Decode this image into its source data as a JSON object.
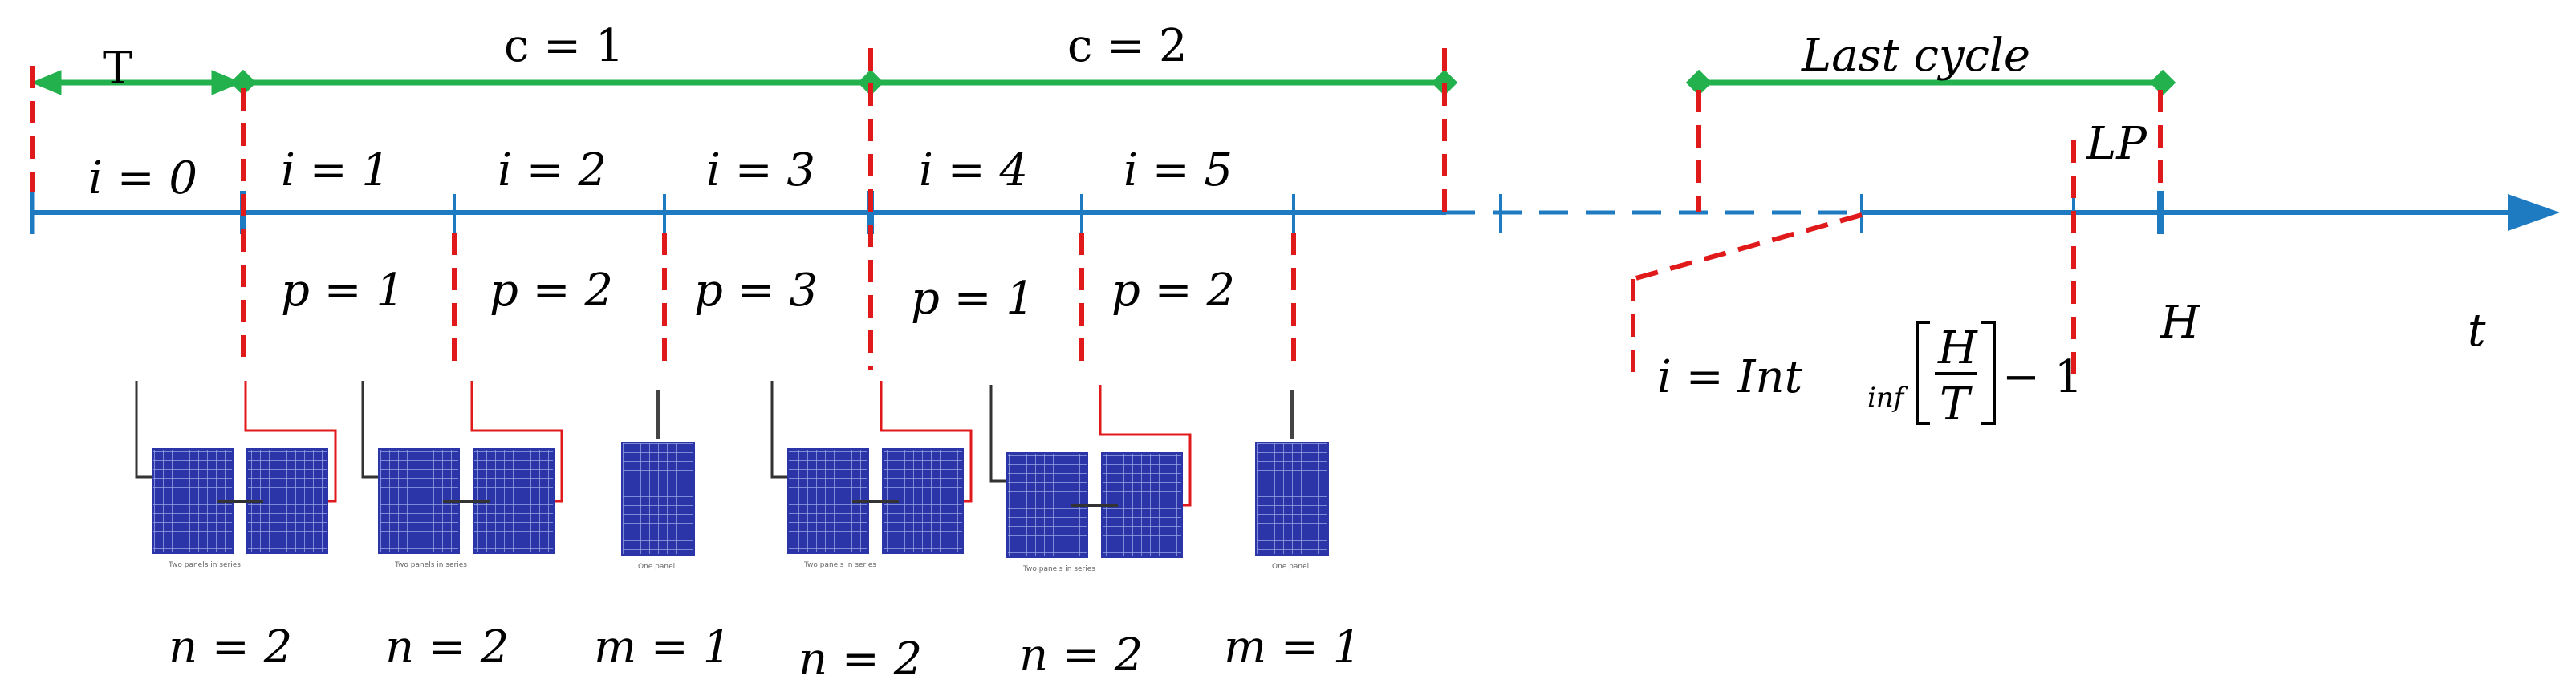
{
  "labels": {
    "T": "T",
    "c1": "c = 1",
    "c2": "c = 2",
    "last_cycle": "Last cycle",
    "LP": "LP",
    "H": "H",
    "t": "t"
  },
  "i_labels": [
    "i = 0",
    "i = 1",
    "i = 2",
    "i = 3",
    "i = 4",
    "i = 5"
  ],
  "p_labels": [
    "p = 1",
    "p = 2",
    "p = 3",
    "p = 1",
    "p = 2"
  ],
  "formula": {
    "lhs": "i = Int",
    "sub": "inf",
    "frac_num": "H",
    "frac_den": "T",
    "rhs": "− 1"
  },
  "bottom_labels": [
    "n = 2",
    "n = 2",
    "m = 1",
    "n = 2",
    "n = 2",
    "m = 1"
  ],
  "colors": {
    "timeline": "#1f7bc1",
    "cycle_bar": "#22b14c",
    "dashed_marker": "#e0191b",
    "panel": "#3a46b8"
  },
  "panels": [
    "double-panel",
    "double-panel",
    "single-panel",
    "double-panel",
    "double-panel",
    "single-panel"
  ]
}
